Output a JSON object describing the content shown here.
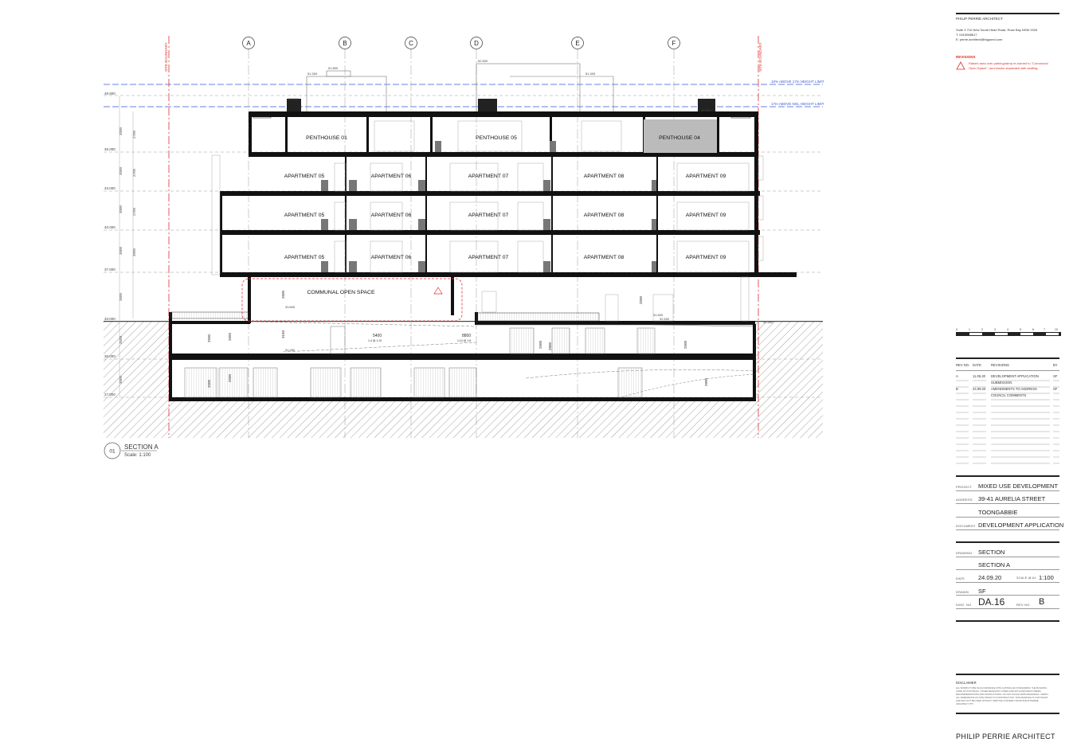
{
  "gridlines": [
    "A",
    "B",
    "C",
    "D",
    "E",
    "F"
  ],
  "boundary_labels": {
    "left": "SITE BOUNDARY",
    "right": "SITE BOUNDARY"
  },
  "height_limits": {
    "upper": "10% ABOVE 17m HEIGHT LIMIT",
    "lower": "17m ABOVE NGL HEIGHT LIMIT"
  },
  "levels": [
    "49.900",
    "46.000",
    "43.000",
    "40.000",
    "37.000",
    "33.000",
    "30.000",
    "27.000"
  ],
  "spot_levels": [
    "51.300",
    "51.800",
    "52.500",
    "51.300",
    "50.500",
    "49.900",
    "33.600",
    "32.500",
    "32.300",
    "31.500",
    "31.050",
    "31.600"
  ],
  "floor_dims": [
    "3000",
    "3000",
    "3000",
    "3000",
    "3600",
    "3500",
    "3000"
  ],
  "ceiling_dims": [
    "2700",
    "2700",
    "2700",
    "3000"
  ],
  "rooms": {
    "penthouses": [
      "PENTHOUSE 01",
      "PENTHOUSE 05",
      "PENTHOUSE 04"
    ],
    "row1": [
      "APARTMENT 05",
      "APARTMENT 06",
      "APARTMENT 07",
      "APARTMENT 08",
      "APARTMENT 09"
    ],
    "row2": [
      "APARTMENT 05",
      "APARTMENT 06",
      "APARTMENT 07",
      "APARTMENT 08",
      "APARTMENT 09"
    ],
    "row3": [
      "APARTMENT 05",
      "APARTMENT 06",
      "APARTMENT 07",
      "APARTMENT 08",
      "APARTMENT 09"
    ],
    "communal": "COMMUNAL OPEN SPACE"
  },
  "parking_dims": {
    "ramp1": "5400",
    "ramp1_grade": "1:4 @ 1:10",
    "ramp2": "8800",
    "ramp2_grade": "1:10 @ 1:8",
    "h1": "2500",
    "h2": "2650",
    "h3": "3150",
    "h4": "2600",
    "h5": "2500",
    "h6": "2500",
    "h7": "2500",
    "h8": "2800",
    "h9": "2800",
    "h10": "2500",
    "h11": "2500"
  },
  "section_tag": {
    "number": "01",
    "title": "SECTION A",
    "scale": "Scale: 1:100"
  },
  "title_block": {
    "firm_header": "PHILIP PERRIE ARCHITECT",
    "contact": [
      "Suite 3 710 New South Head Road, Rose Bay NSW 2029",
      "T: 0415068617",
      "E: perrie.architect@bigpond.com"
    ],
    "revisions_heading": "REVISIONS",
    "revision_note": [
      "Raised area over parking/ramp re-named to \"Communal",
      "Open Space\", and shown separated with seating."
    ],
    "scale_bar_labels": [
      "0",
      "1",
      "2",
      "3",
      "4",
      "5",
      "6",
      "7",
      "10"
    ],
    "rev_table_headers": [
      "REV NO.",
      "DATE",
      "REVISIONS",
      "BY"
    ],
    "rev_rows": [
      {
        "no": "A",
        "date": "11.05.20",
        "desc": "DEVELOPMENT APPLICATION",
        "by": "SF"
      },
      {
        "no": "",
        "date": "",
        "desc": "SUBMISSION",
        "by": ""
      },
      {
        "no": "B",
        "date": "24.09.20",
        "desc": "AMENDMENTS TO ADDRESS",
        "by": "SF"
      },
      {
        "no": "",
        "date": "",
        "desc": "COUNCIL COMMENTS",
        "by": ""
      }
    ],
    "project_label": "PROJECT",
    "project": "MIXED USE DEVELOPMENT",
    "address_label": "ADDRESS",
    "address1": "39-41 AURELIA STREET",
    "address2": "TOONGABBIE",
    "document_label": "DOCUMENT",
    "document": "DEVELOPMENT APPLICATION",
    "drawing_label": "DRAWING",
    "drawing1": "SECTION",
    "drawing2": "SECTION A",
    "date_label": "DATE",
    "date": "24.09.20",
    "scale_label": "SCALE @ A1",
    "scale": "1:100",
    "drawn_label": "DRAWN",
    "drawn": "SF",
    "dwg_label": "DWG. NO",
    "dwg": "DA.16",
    "rev_label": "REV NO.",
    "rev": "B",
    "disclaimer_heading": "DISCLAIMER",
    "disclaimer_text": [
      "ALL WORKS TO BE IN ACCORDANCE WITH AUSTRALIAN STANDARDS, THE BUILDING",
      "CODE OF AUSTRALIA, OTHER RELEVANT CODES AND WITH MANUFACTURERS",
      "RECOMMENDATIONS AND INSTRUCTIONS. DO NOT SCALE FROM DRAWINGS. VERIFY",
      "ALL DIMENSIONS ON SITE PRIOR TO CONSTRUCTION. THIS DRAWING IS COPYRIGHT",
      "AND MAY NOT BE USED WITHOUT WRITTEN CONSENT FROM PHILIP PERRIE",
      "ARCHITECT PTY."
    ],
    "firm_footer": "PHILIP PERRIE ARCHITECT"
  },
  "colors": {
    "line": "#111111",
    "grey": "#9a9a9a",
    "red": "#e0302c",
    "blue": "#3a57d8",
    "hatch": "#8a8a8a"
  }
}
